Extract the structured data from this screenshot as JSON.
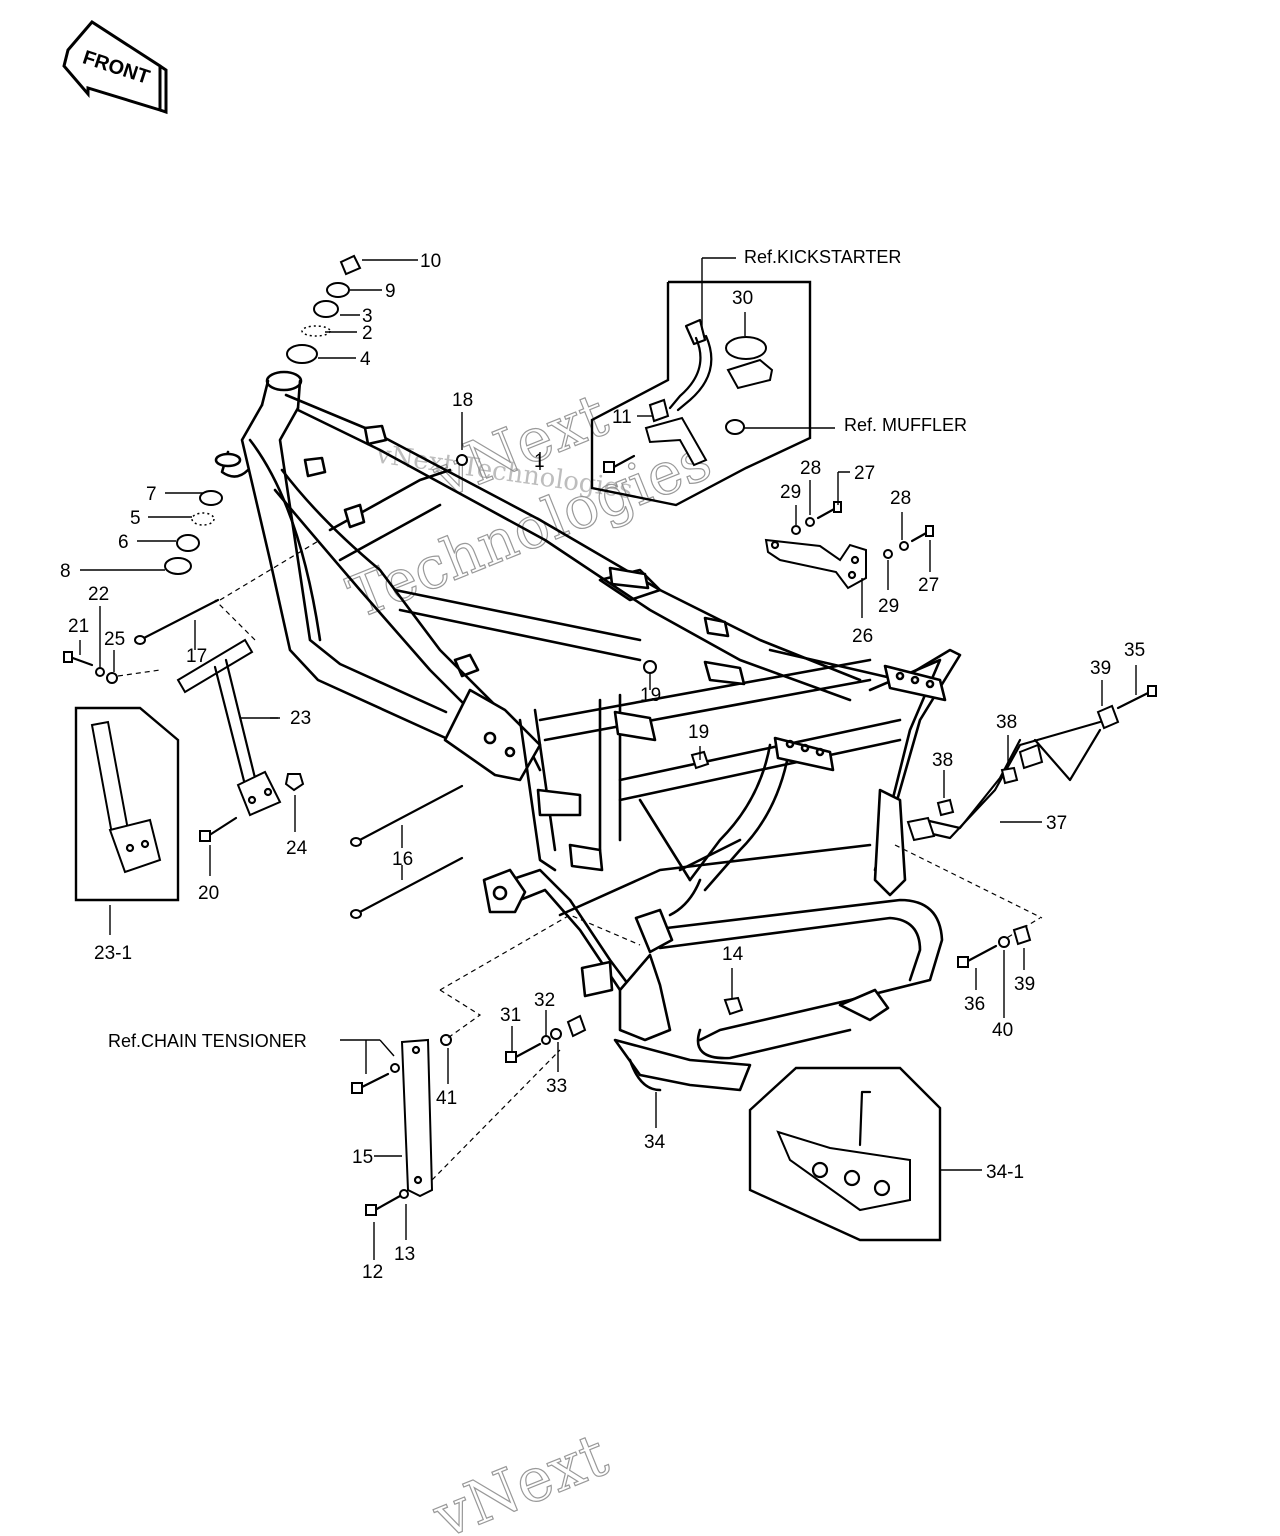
{
  "front_badge": "FRONT",
  "watermark": {
    "top_line1": "vNext",
    "top_line2": "Technologies",
    "top_small": "vNext Technologies",
    "bottom": "vNext"
  },
  "refs": {
    "kickstarter": "Ref.KICKSTARTER",
    "muffler": "Ref. MUFFLER",
    "chain_tensioner": "Ref.CHAIN TENSIONER"
  },
  "callouts": {
    "c1": "1",
    "c2": "2",
    "c3": "3",
    "c4": "4",
    "c5": "5",
    "c6": "6",
    "c7": "7",
    "c8": "8",
    "c9": "9",
    "c10": "10",
    "c11": "11",
    "c12": "12",
    "c13": "13",
    "c14": "14",
    "c15": "15",
    "c16": "16",
    "c17": "17",
    "c18": "18",
    "c19a": "19",
    "c19b": "19",
    "c20": "20",
    "c21": "21",
    "c22": "22",
    "c23": "23",
    "c23_1": "23-1",
    "c24": "24",
    "c25": "25",
    "c26": "26",
    "c27a": "27",
    "c27b": "27",
    "c28a": "28",
    "c28b": "28",
    "c29a": "29",
    "c29b": "29",
    "c30": "30",
    "c31": "31",
    "c32": "32",
    "c33": "33",
    "c34": "34",
    "c34_1": "34-1",
    "c35": "35",
    "c36": "36",
    "c37": "37",
    "c38a": "38",
    "c38b": "38",
    "c39a": "39",
    "c39b": "39",
    "c40": "40",
    "c41": "41"
  }
}
